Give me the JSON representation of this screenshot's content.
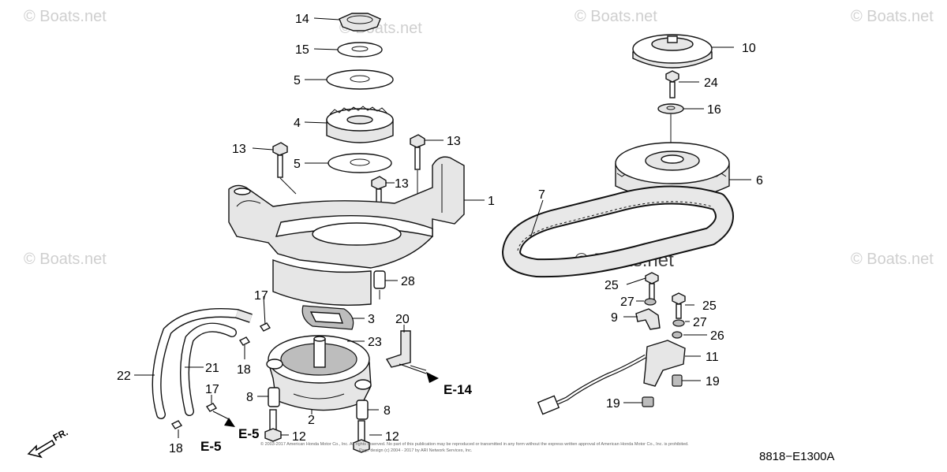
{
  "watermarks": [
    "© Boats.net",
    "© Boats.net",
    "© Boats.net",
    "© Boats.net",
    "© Boats.net",
    "© Boats.net",
    "© Boats.net"
  ],
  "callouts": [
    "14",
    "15",
    "5",
    "4",
    "13",
    "13",
    "5",
    "13",
    "1",
    "28",
    "17",
    "3",
    "20",
    "23",
    "22",
    "21",
    "18",
    "17",
    "8",
    "2",
    "8",
    "18",
    "12",
    "12",
    "10",
    "24",
    "16",
    "6",
    "7",
    "25",
    "27",
    "25",
    "9",
    "27",
    "26",
    "11",
    "19",
    "19"
  ],
  "refs": {
    "e14": "E-14",
    "e5_left": "E-5",
    "e5_right": "E-5",
    "front": "FR."
  },
  "diagram_code": "8818−E1300A",
  "copyright_line1": "© 2003-2017 American Honda Motor Co., Inc. All rights reserved. No part of this publication may be reproduced or transmitted in any form without the express written approval of American Honda Motor Co., Inc. is prohibited.",
  "copyright_line2": "Page design (c) 2004 - 2017 by ARI Network Services, Inc."
}
